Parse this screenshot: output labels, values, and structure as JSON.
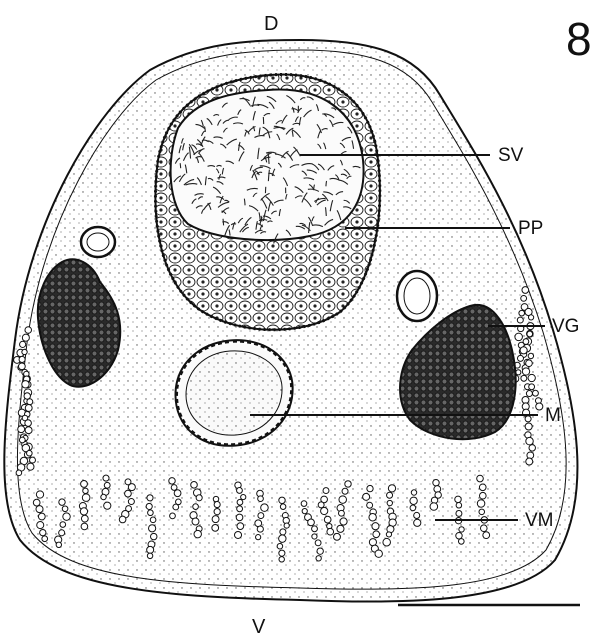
{
  "figure": {
    "panel_number": "8",
    "orientation": {
      "dorsal": "D",
      "ventral": "V"
    },
    "labels": [
      {
        "id": "sv",
        "text": "SV"
      },
      {
        "id": "pp",
        "text": "PP"
      },
      {
        "id": "vg",
        "text": "VG"
      },
      {
        "id": "m",
        "text": "M"
      },
      {
        "id": "vm",
        "text": "VM"
      }
    ],
    "colors": {
      "ink": "#111111",
      "paper": "#ffffff"
    }
  }
}
